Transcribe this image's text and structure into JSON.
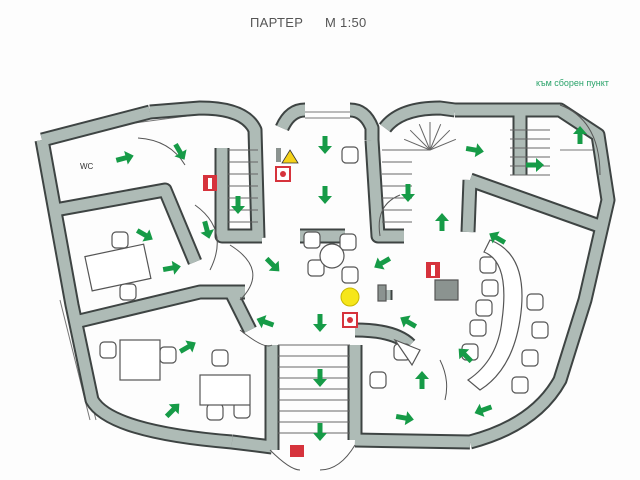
{
  "header": {
    "title": "ПАРТЕР",
    "scale": "М 1:50"
  },
  "labels": {
    "assembly_point": "към сборен пункт",
    "wc": "WC"
  },
  "colors": {
    "wall": "#aebbb6",
    "wall_outline": "#3e4443",
    "arrow": "#169b47",
    "sign": "#d6333c",
    "lamp": "#f6e61a"
  }
}
